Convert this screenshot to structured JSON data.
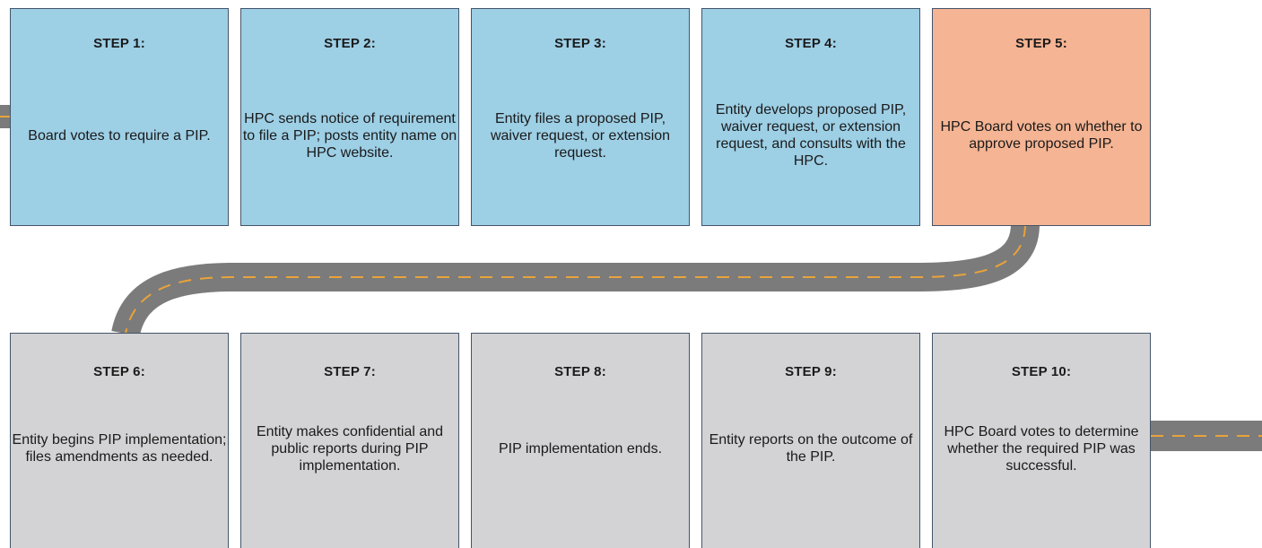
{
  "colors": {
    "road": "#7b7b7b",
    "road_dash": "#e8a33b",
    "completed_step": "#9dcfe5",
    "current_step": "#f5b493",
    "upcoming_step": "#d3d3d5",
    "border": "#44546a"
  },
  "steps": [
    {
      "title": "STEP 1:",
      "text": "Board votes to require a PIP."
    },
    {
      "title": "STEP 2:",
      "text": "HPC sends notice of requirement to file a PIP; posts entity name on HPC website."
    },
    {
      "title": "STEP 3:",
      "text": "Entity files a proposed PIP, waiver request, or extension request."
    },
    {
      "title": "STEP 4:",
      "text": "Entity develops proposed PIP, waiver request, or extension request, and consults with the HPC."
    },
    {
      "title": "STEP 5:",
      "text": "HPC Board votes on whether to approve proposed PIP."
    },
    {
      "title": "STEP 6:",
      "text": "Entity begins PIP implementation; files amendments as needed."
    },
    {
      "title": "STEP 7:",
      "text": "Entity makes confidential and public reports during PIP implementation."
    },
    {
      "title": "STEP 8:",
      "text": "PIP implementation ends."
    },
    {
      "title": "STEP 9:",
      "text": "Entity reports on the outcome of the PIP."
    },
    {
      "title": "STEP 10:",
      "text": "HPC Board votes to determine whether the required PIP was successful."
    }
  ]
}
